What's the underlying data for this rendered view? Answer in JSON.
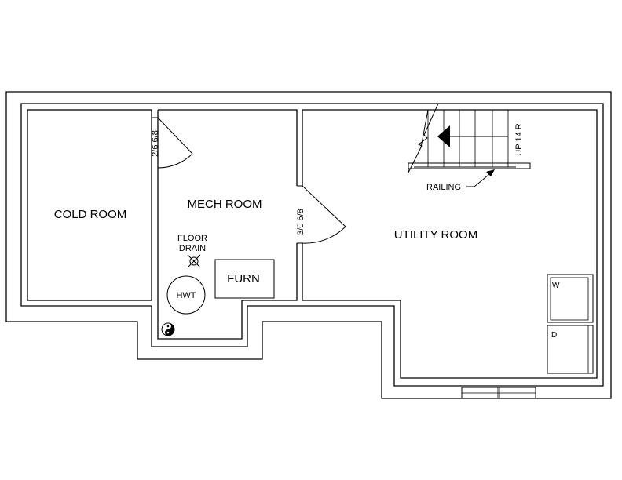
{
  "rooms": {
    "cold_room": "COLD ROOM",
    "mech_room": "MECH ROOM",
    "utility_room": "UTILITY ROOM"
  },
  "doors": {
    "mech_door": "2/6 6/8",
    "utility_door": "3/0 6/8"
  },
  "fixtures": {
    "floor_drain_line1": "FLOOR",
    "floor_drain_line2": "DRAIN",
    "hot_water_tank": "HWT",
    "furnace": "FURN",
    "washer": "W",
    "dryer": "D"
  },
  "stairs": {
    "direction": "UP 14 R",
    "railing": "RAILING"
  },
  "colors": {
    "line": "#000000",
    "background": "#ffffff"
  }
}
